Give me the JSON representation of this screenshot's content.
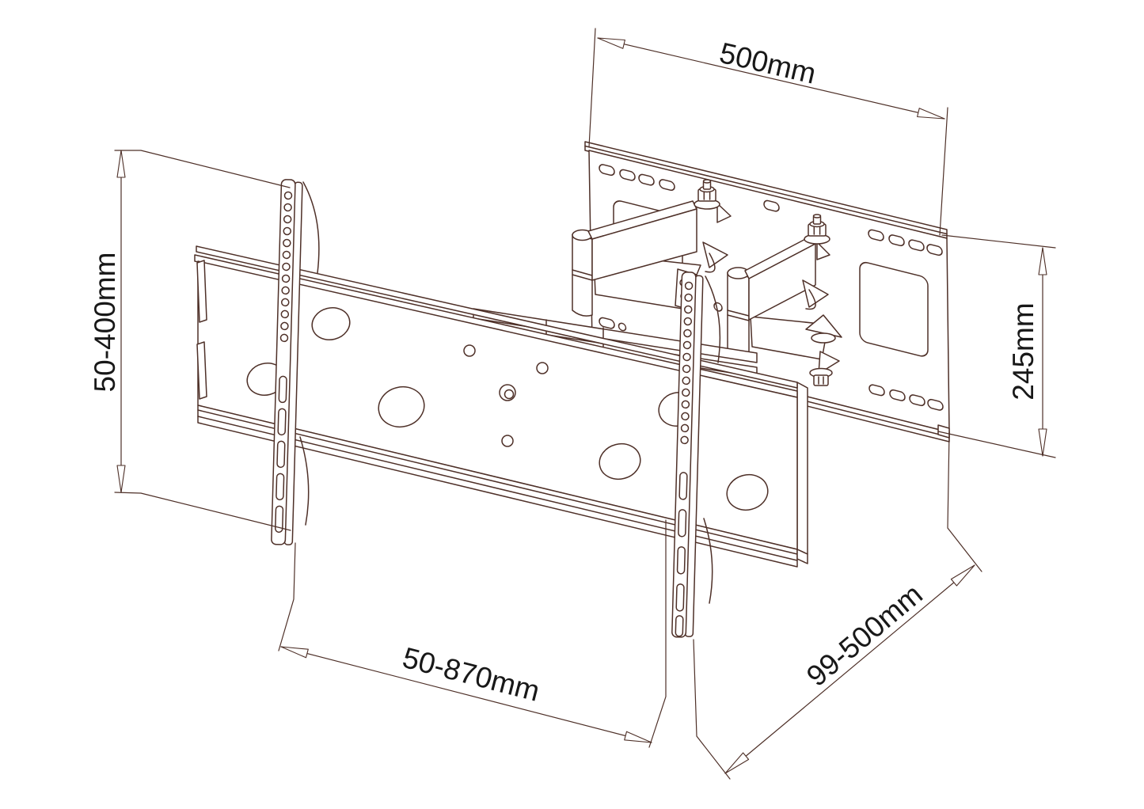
{
  "drawing": {
    "title": "Articulating TV wall-mount bracket — dimensioned line drawing",
    "background_color": "#ffffff",
    "line_color": "#4e3028",
    "text_color": "#181818",
    "dimensions": {
      "wall_plate_width": "500mm",
      "vesa_height_range": "50-400mm",
      "wall_plate_height": "245mm",
      "vesa_width_range": "50-870mm",
      "extension_depth_range": "99-500mm"
    }
  }
}
